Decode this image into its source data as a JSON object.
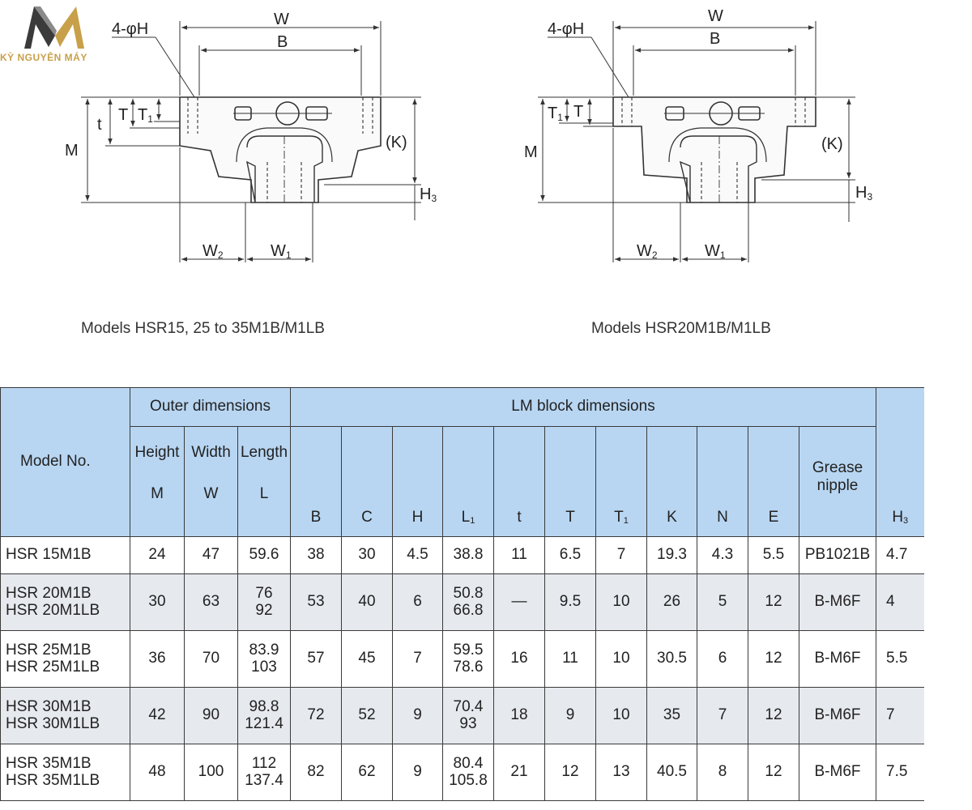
{
  "brand": {
    "logo_text": "KỲ NGUYÊN MÁY",
    "colors": {
      "gold": "#c8a04a",
      "dark": "#3b3b3b"
    }
  },
  "drawings": {
    "left": {
      "caption": "Models HSR15, 25 to 35M1B/M1LB",
      "labels": {
        "hole": "4-φH",
        "W": "W",
        "B": "B",
        "T": "T",
        "T1": "T",
        "t": "t",
        "M": "M",
        "K": "(K)",
        "H3": "H",
        "W2": "W",
        "W1": "W"
      }
    },
    "right": {
      "caption": "Models HSR20M1B/M1LB",
      "labels": {
        "hole": "4-φH",
        "W": "W",
        "B": "B",
        "T": "T",
        "T1": "T",
        "M": "M",
        "K": "(K)",
        "H3": "H",
        "W2": "W",
        "W1": "W"
      }
    }
  },
  "table": {
    "header": {
      "model": "Model No.",
      "outer": "Outer dimensions",
      "lm": "LM block dimensions",
      "height": "Height",
      "width": "Width",
      "length": "Length",
      "grease": "Grease nipple",
      "sym": {
        "M": "M",
        "W": "W",
        "L": "L",
        "B": "B",
        "C": "C",
        "H": "H",
        "L1": "L",
        "t": "t",
        "T": "T",
        "T1": "T",
        "K": "K",
        "N": "N",
        "E": "E",
        "H3": "H"
      },
      "subs": {
        "L1": "1",
        "T1": "1",
        "H3": "3"
      }
    },
    "rows": [
      {
        "model": [
          "HSR 15M1B"
        ],
        "M": "24",
        "W": "47",
        "L": [
          "59.6"
        ],
        "B": "38",
        "C": "30",
        "H": "4.5",
        "L1": [
          "38.8"
        ],
        "t": "11",
        "T": "6.5",
        "T1": "7",
        "K": "19.3",
        "N": "4.3",
        "E": "5.5",
        "grease": "PB1021B",
        "H3": "4.7"
      },
      {
        "model": [
          "HSR 20M1B",
          "HSR 20M1LB"
        ],
        "M": "30",
        "W": "63",
        "L": [
          "76",
          "92"
        ],
        "B": "53",
        "C": "40",
        "H": "6",
        "L1": [
          "50.8",
          "66.8"
        ],
        "t": "—",
        "T": "9.5",
        "T1": "10",
        "K": "26",
        "N": "5",
        "E": "12",
        "grease": "B-M6F",
        "H3": "4"
      },
      {
        "model": [
          "HSR 25M1B",
          "HSR 25M1LB"
        ],
        "M": "36",
        "W": "70",
        "L": [
          "83.9",
          "103"
        ],
        "B": "57",
        "C": "45",
        "H": "7",
        "L1": [
          "59.5",
          "78.6"
        ],
        "t": "16",
        "T": "11",
        "T1": "10",
        "K": "30.5",
        "N": "6",
        "E": "12",
        "grease": "B-M6F",
        "H3": "5.5"
      },
      {
        "model": [
          "HSR 30M1B",
          "HSR 30M1LB"
        ],
        "M": "42",
        "W": "90",
        "L": [
          "98.8",
          "121.4"
        ],
        "B": "72",
        "C": "52",
        "H": "9",
        "L1": [
          "70.4",
          "93"
        ],
        "t": "18",
        "T": "9",
        "T1": "10",
        "K": "35",
        "N": "7",
        "E": "12",
        "grease": "B-M6F",
        "H3": "7"
      },
      {
        "model": [
          "HSR 35M1B",
          "HSR 35M1LB"
        ],
        "M": "48",
        "W": "100",
        "L": [
          "112",
          "137.4"
        ],
        "B": "82",
        "C": "62",
        "H": "9",
        "L1": [
          "80.4",
          "105.8"
        ],
        "t": "21",
        "T": "12",
        "T1": "13",
        "K": "40.5",
        "N": "8",
        "E": "12",
        "grease": "B-M6F",
        "H3": "7.5"
      }
    ]
  }
}
